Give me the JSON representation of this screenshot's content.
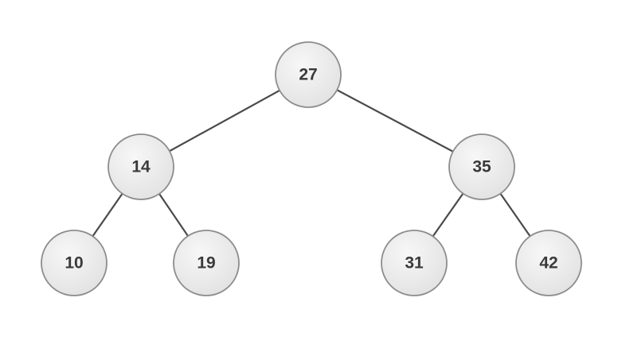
{
  "tree": {
    "colors": {
      "node_fill_light": "#f7f7f7",
      "node_fill_dark": "#e2e2e2",
      "node_stroke": "#8d8d8d",
      "edge": "#4a4a4a",
      "label": "#3a3a3a",
      "background": "#ffffff"
    },
    "nodes": [
      {
        "id": "n27",
        "label": "27"
      },
      {
        "id": "n14",
        "label": "14"
      },
      {
        "id": "n35",
        "label": "35"
      },
      {
        "id": "n10",
        "label": "10"
      },
      {
        "id": "n19",
        "label": "19"
      },
      {
        "id": "n31",
        "label": "31"
      },
      {
        "id": "n42",
        "label": "42"
      }
    ],
    "edges": [
      {
        "from": "n27",
        "to": "n14"
      },
      {
        "from": "n27",
        "to": "n35"
      },
      {
        "from": "n14",
        "to": "n10"
      },
      {
        "from": "n14",
        "to": "n19"
      },
      {
        "from": "n35",
        "to": "n31"
      },
      {
        "from": "n35",
        "to": "n42"
      }
    ]
  }
}
